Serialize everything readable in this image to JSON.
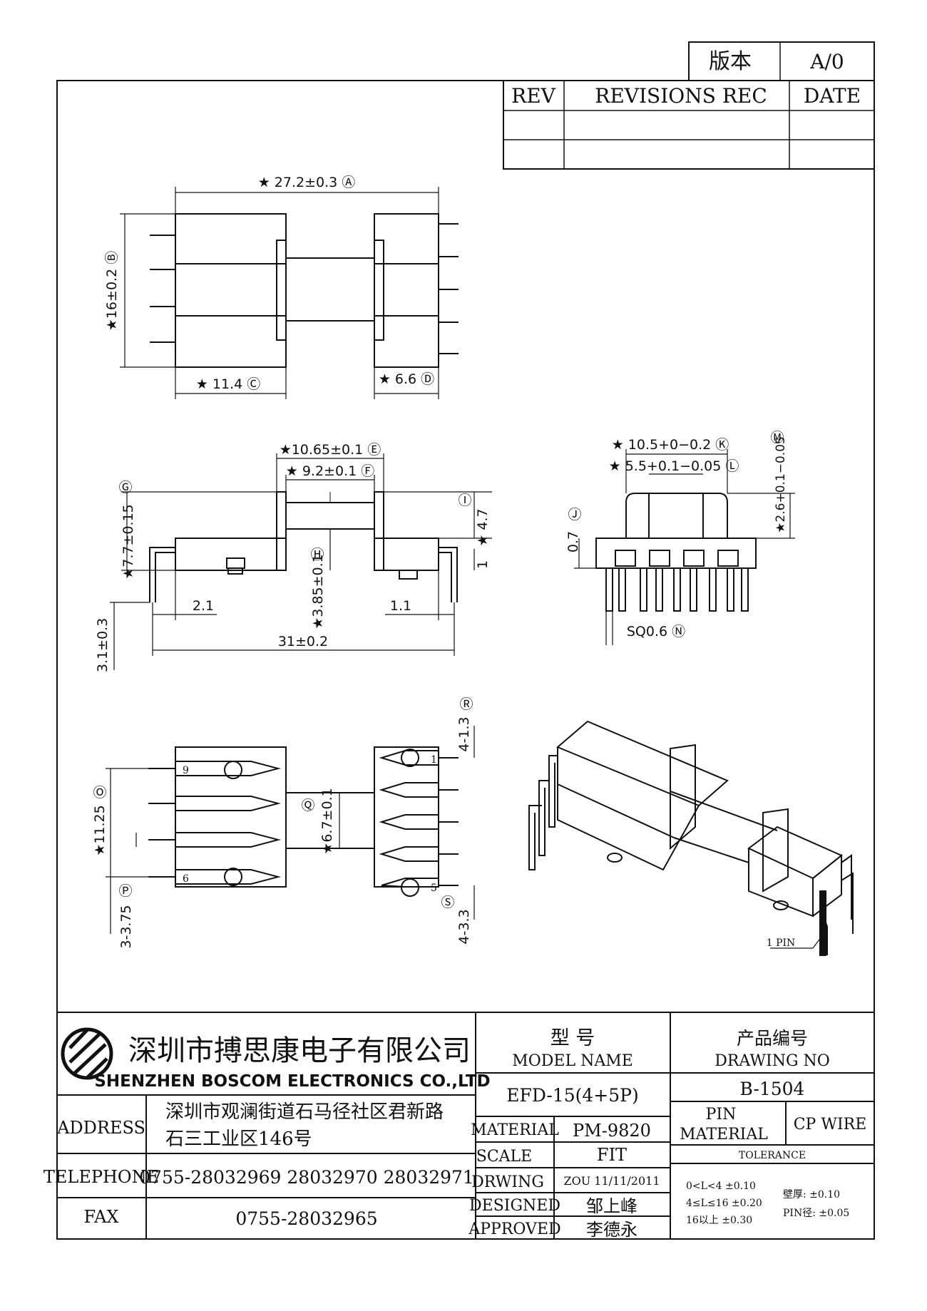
{
  "version_box": {
    "label": "版本",
    "value": "A/0"
  },
  "revision_table": {
    "rev": "REV",
    "rec": "REVISIONS REC",
    "date": "DATE"
  },
  "dims": {
    "A": "★ 27.2±0.3 Ⓐ",
    "B": "★16±0.2 Ⓑ",
    "C": "★ 11.4 Ⓒ",
    "D": "★ 6.6 Ⓓ",
    "E": "★10.65±0.1 Ⓔ",
    "F": "★ 9.2±0.1 Ⓕ",
    "G": "Ⓖ",
    "G_val": "★7.7±0.15",
    "H": "Ⓗ",
    "H_val": "★3.85±0.1",
    "I": "Ⓘ",
    "I_val": "★ 4.7",
    "one": "1",
    "d21": "2.1",
    "d11": "1.1",
    "d31": "31±0.2",
    "d31_03": "3.1±0.3",
    "K": "★ 10.5+0−0.2 Ⓚ",
    "L": "★ 5.5+0.1−0.05 Ⓛ",
    "M": "Ⓜ",
    "M_val": "★2.6+0.1−0.05",
    "J": "Ⓙ",
    "J_val": "0.7",
    "N": "SQ0.6 Ⓝ",
    "R": "Ⓡ",
    "R_val": "4-1.3",
    "O": "Ⓞ",
    "O_val": "★11.25",
    "Q": "Ⓠ",
    "Q_val": "★6.7±0.1",
    "P": "Ⓟ",
    "P_val": "3-3.75",
    "S": "Ⓢ",
    "S_val": "4-3.3",
    "pin9": "9",
    "pin1": "1",
    "pin6": "6",
    "pin5": "5",
    "pin_label": "1 PIN"
  },
  "title_block": {
    "company_cn": "深圳市搏思康电子有限公司",
    "company_en": "SHENZHEN BOSCOM ELECTRONICS CO.,LTD",
    "address_label": "ADDRESS",
    "address_line1": "深圳市观澜街道石马径社区君新路",
    "address_line2": "石三工业区146号",
    "telephone_label": "TELEPHONE",
    "telephone": "0755-28032969 28032970 28032971",
    "fax_label": "FAX",
    "fax": "0755-28032965",
    "model_cn": "型  号",
    "model_en": "MODEL NAME",
    "model_value": "EFD-15(4+5P)",
    "material_label": "MATERIAL",
    "material_value": "PM-9820",
    "scale_label": "SCALE",
    "scale_value": "FIT",
    "drwing_label": "DRWING",
    "drwing_value": "ZOU 11/11/2011",
    "designed_label": "DESIGNED",
    "designed_value": "邹上峰",
    "approved_label": "APPROVED",
    "approved_value": "李德永",
    "drawing_no_cn": "产品编号",
    "drawing_no_en": "DRAWING NO",
    "drawing_no_value": "B-1504",
    "pin_material_1": "PIN",
    "pin_material_2": "MATERIAL",
    "pin_material_value": "CP WIRE",
    "tolerance_label": "TOLERANCE",
    "tol_1": "0<L<4   ±0.10",
    "tol_2": "4≤L≤16  ±0.20",
    "tol_3": "16以上   ±0.30",
    "tol_wall": "壁厚:  ±0.10",
    "tol_pin": "PIN径: ±0.05"
  }
}
